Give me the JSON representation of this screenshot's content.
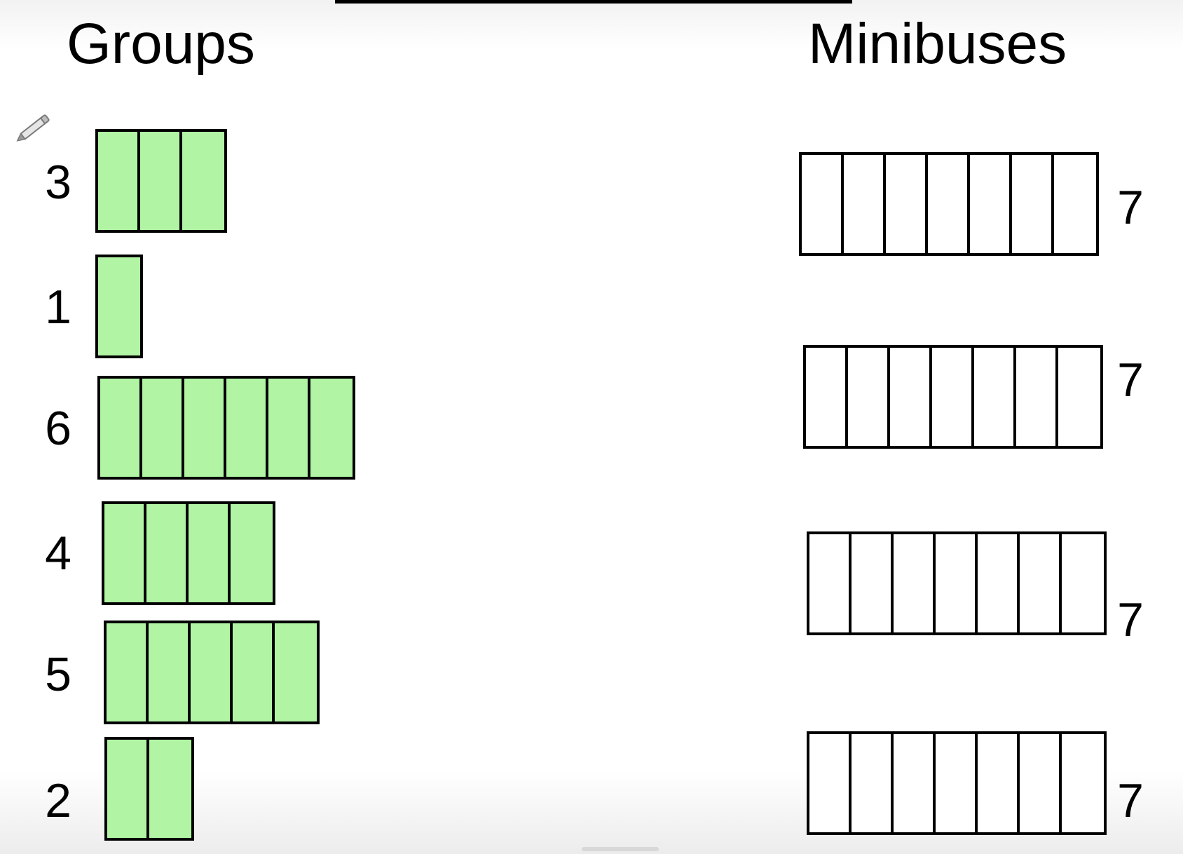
{
  "headings": {
    "groups": "Groups",
    "minibuses": "Minibuses"
  },
  "groups": [
    {
      "count": 3,
      "label": "3"
    },
    {
      "count": 1,
      "label": "1"
    },
    {
      "count": 6,
      "label": "6"
    },
    {
      "count": 4,
      "label": "4"
    },
    {
      "count": 5,
      "label": "5"
    },
    {
      "count": 2,
      "label": "2"
    }
  ],
  "minibuses": [
    {
      "seats": 7,
      "label": "7"
    },
    {
      "seats": 7,
      "label": "7"
    },
    {
      "seats": 7,
      "label": "7"
    },
    {
      "seats": 7,
      "label": "7"
    }
  ],
  "colors": {
    "group_fill": "#b1f5a4",
    "seat_fill": "#ffffff",
    "outline": "#000000"
  },
  "icons": {
    "annotation_tool": "pencil-icon"
  }
}
